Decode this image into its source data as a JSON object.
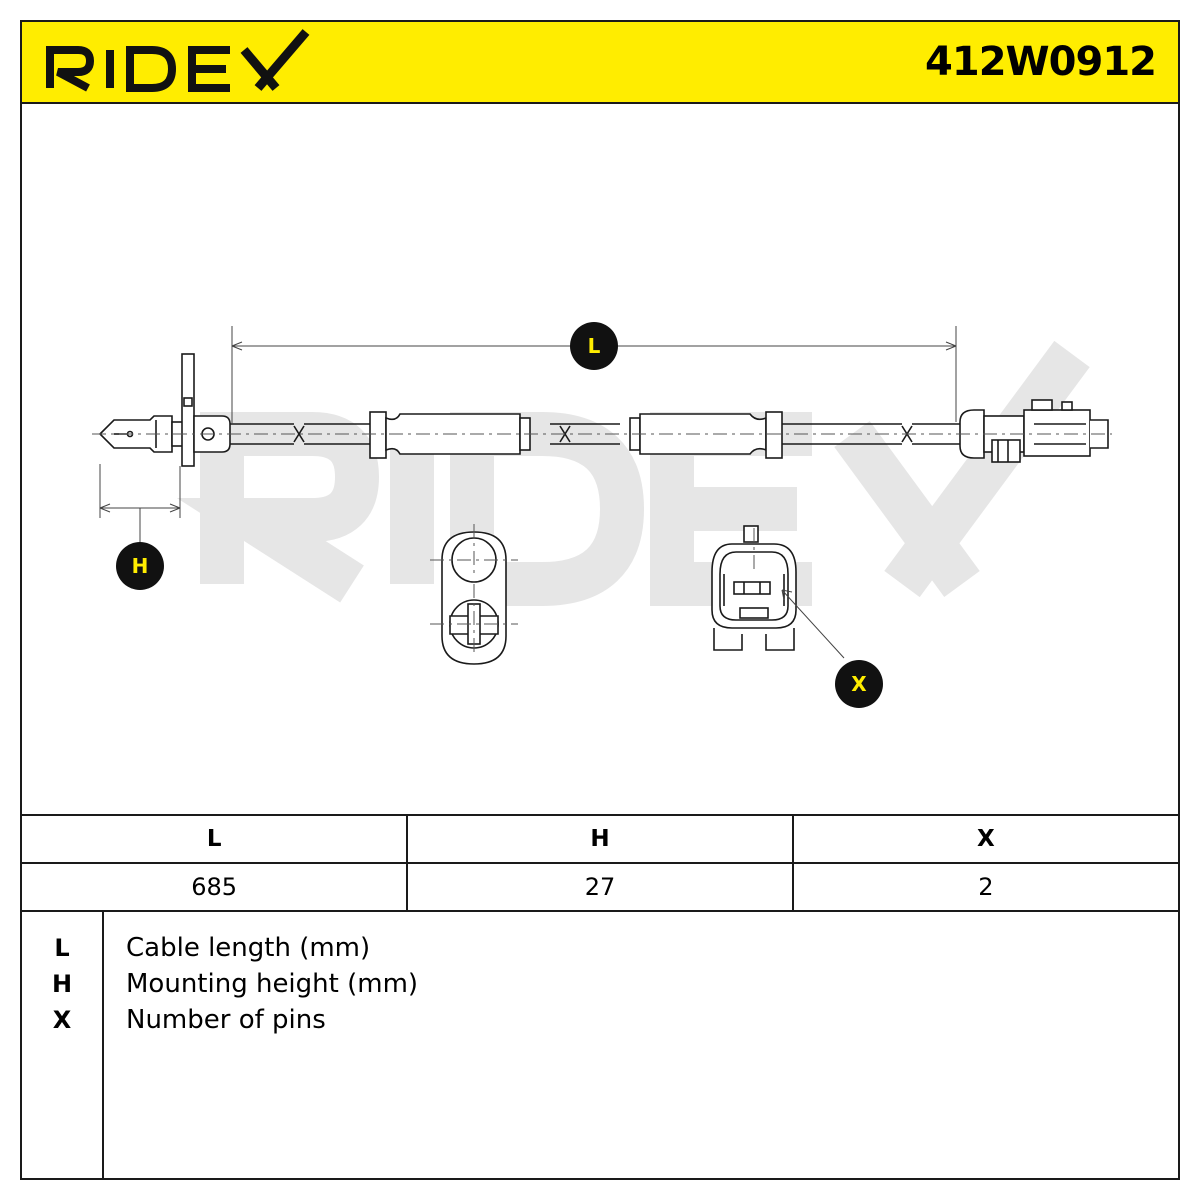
{
  "header": {
    "brand": "RIDEX",
    "part_number": "412W0912",
    "accent_color": "#ffed00"
  },
  "drawing": {
    "watermark": "RIDEX",
    "callouts": {
      "L": "L",
      "H": "H",
      "X": "X"
    }
  },
  "spec_table": {
    "headers": [
      "L",
      "H",
      "X"
    ],
    "values": [
      "685",
      "27",
      "2"
    ]
  },
  "legend": [
    {
      "symbol": "L",
      "description": "Cable length (mm)"
    },
    {
      "symbol": "H",
      "description": "Mounting height (mm)"
    },
    {
      "symbol": "X",
      "description": "Number of pins"
    }
  ]
}
